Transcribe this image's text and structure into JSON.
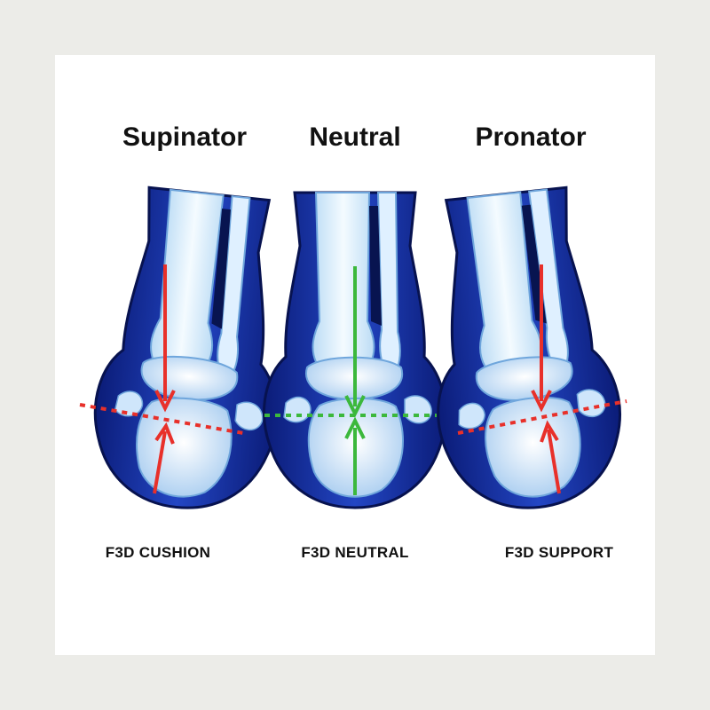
{
  "panels": [
    {
      "title": "Supinator",
      "caption": "F3D CUSHION",
      "arrow_color": "#e8302a",
      "line_color": "#e8302a"
    },
    {
      "title": "Neutral",
      "caption": "F3D NEUTRAL",
      "arrow_color": "#3cb83c",
      "line_color": "#3cb83c"
    },
    {
      "title": "Pronator",
      "caption": "F3D SUPPORT",
      "arrow_color": "#e8302a",
      "line_color": "#e8302a"
    }
  ],
  "colors": {
    "card_background": "#ffffff",
    "page_background": "#ecece8",
    "silhouette_dark": "#0a1a6e",
    "silhouette_mid": "#1f3fb8",
    "bone_light": "#eaf6ff",
    "bone_edge": "#7fb4e6"
  },
  "illustration": "foot-ankle-diagram"
}
